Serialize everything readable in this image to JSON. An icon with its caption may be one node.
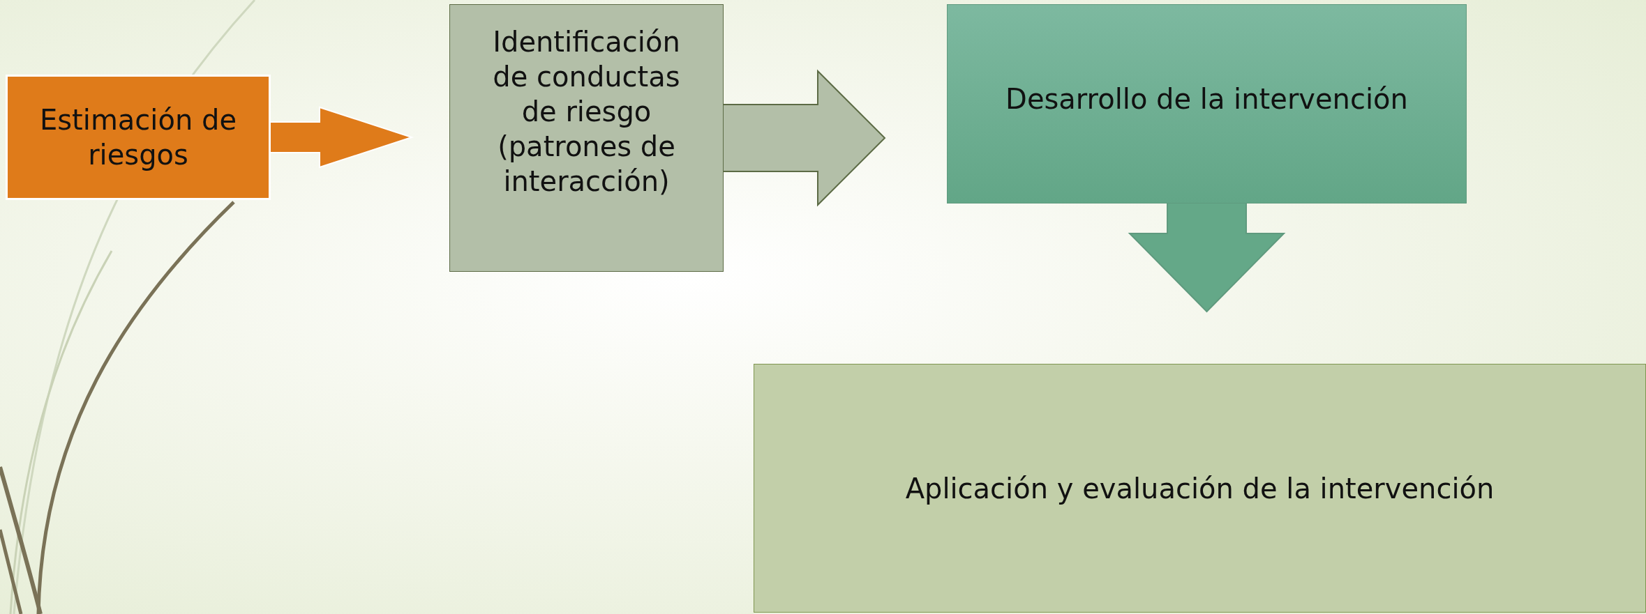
{
  "diagram": {
    "nodes": [
      {
        "text": [
          "Estimación de riesgos"
        ]
      },
      {
        "text": [
          "Identificación de conductas de riesgo (patrones de interacción)"
        ]
      },
      {
        "text": [
          "Desarrollo de la intervención"
        ]
      },
      {
        "text": [
          "Aplicación y evaluación de la intervención"
        ]
      }
    ],
    "edges": [
      {
        "from": 0,
        "to": 1,
        "arrow": "to"
      },
      {
        "from": 1,
        "to": 2,
        "arrow": "to"
      },
      {
        "from": 2,
        "to": 3,
        "arrow": "to"
      }
    ]
  }
}
